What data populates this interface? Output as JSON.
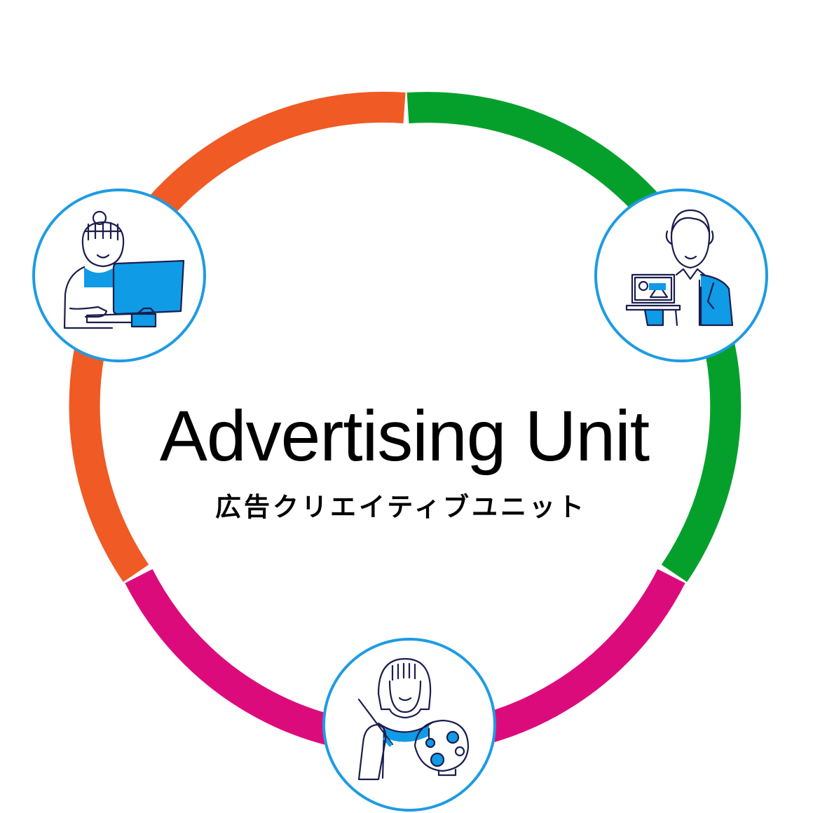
{
  "title": "Advertising Unit",
  "subtitle": "広告クリエイティブユニット",
  "colors": {
    "segment_orange": "#f05a24",
    "segment_green": "#05a02c",
    "segment_magenta": "#dc0b7c",
    "node_border": "#1e9be3",
    "accent_blue": "#0f9be6",
    "line_art": "#1a1d4e",
    "text": "#000000"
  },
  "segments": [
    {
      "id": "top-left",
      "color": "segment_orange"
    },
    {
      "id": "right",
      "color": "segment_green"
    },
    {
      "id": "bottom",
      "color": "segment_magenta"
    }
  ],
  "nodes": [
    {
      "id": "computer-worker",
      "icon": "person-at-computer-icon"
    },
    {
      "id": "presenter",
      "icon": "presenter-with-laptop-icon"
    },
    {
      "id": "painter",
      "icon": "painter-with-palette-icon"
    }
  ]
}
